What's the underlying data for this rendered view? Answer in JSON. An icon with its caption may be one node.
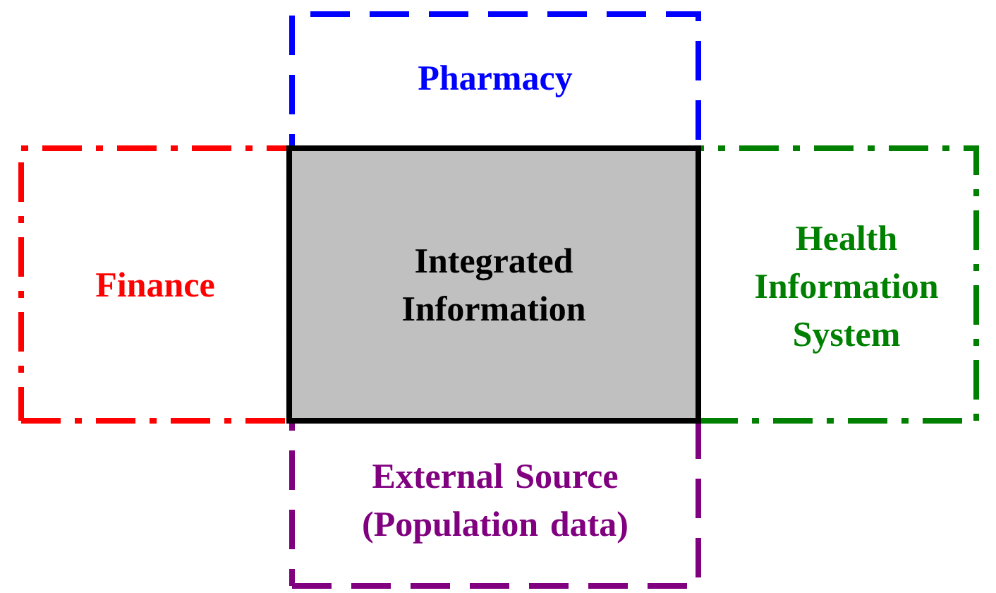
{
  "diagram": {
    "nodes": [
      {
        "text": [
          "Pharmacy"
        ]
      },
      {
        "text": [
          "Finance"
        ]
      },
      {
        "text": [
          "Integrated Information"
        ]
      },
      {
        "text": [
          "Health Information System"
        ]
      },
      {
        "text": [
          "External Source (Population data)"
        ]
      }
    ]
  }
}
